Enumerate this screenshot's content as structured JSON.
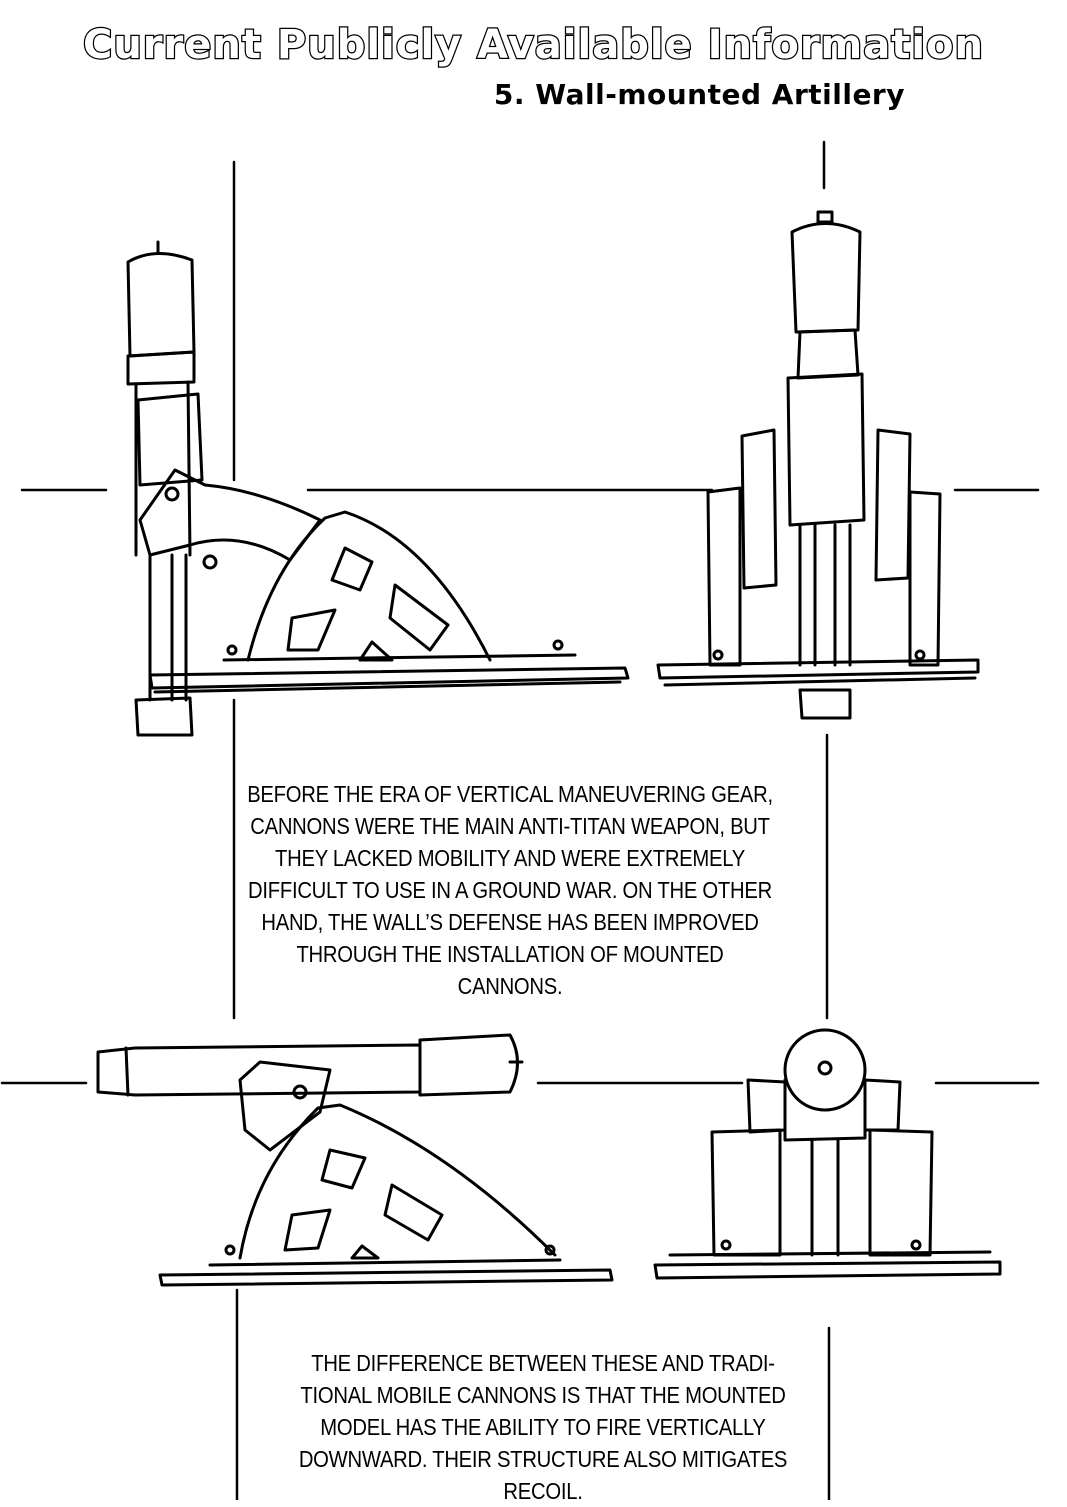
{
  "header": {
    "title": "Current Publicly Available Information",
    "subtitle": "5. Wall-mounted Artillery"
  },
  "captions": {
    "first": "BEFORE THE ERA OF VERTICAL MANEUVERING GEAR, CANNONS WERE THE MAIN ANTI-TITAN WEAPON, BUT THEY LACKED MOBILITY AND WERE EXTREMELY DIFFICULT TO USE IN A GROUND WAR. ON THE OTHER HAND, THE WALL’S DEFENSE HAS BEEN IMPROVED THROUGH THE INSTALLATION OF MOUNTED CANNONS.",
    "second": "THE DIFFERENCE BETWEEN THESE AND TRADI-TIONAL MOBILE CANNONS IS THAT THE MOUNTED MODEL HAS THE ABILITY TO FIRE VERTICALLY DOWNWARD. THEIR STRUCTURE ALSO MITIGATES RECOIL."
  },
  "colors": {
    "ink": "#000000",
    "paper": "#ffffff"
  }
}
